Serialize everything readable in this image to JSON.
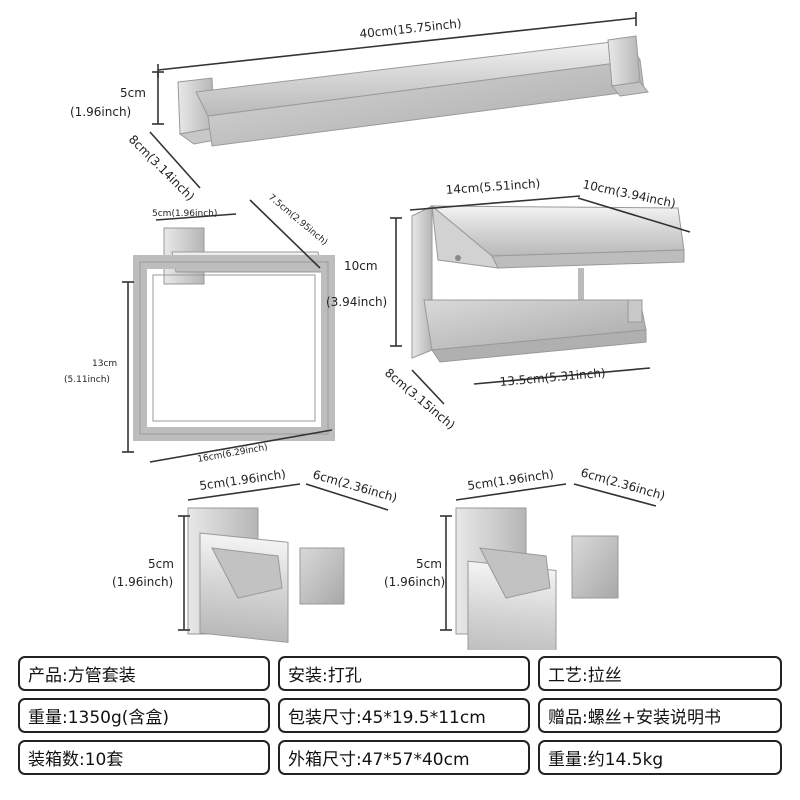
{
  "dimensions": {
    "towel_bar_length": "40cm(15.75inch)",
    "towel_bar_height_cm": "5cm",
    "towel_bar_height_in": "(1.96inch)",
    "towel_bar_depth": "8cm(3.14inch)",
    "ring_base_width": "5cm(1.96inch)",
    "ring_depth": "7.5cm(2.95inch)",
    "ring_height_cm": "13cm",
    "ring_height_in": "(5.11inch)",
    "ring_width": "16cm(6.29inch)",
    "holder_width": "14cm(5.51inch)",
    "holder_shelf_depth": "10cm(3.94inch)",
    "holder_height_cm": "10cm",
    "holder_height_in": "(3.94inch)",
    "holder_depth": "8cm(3.15inch)",
    "holder_bar_length": "13.5cm(5.31inch)",
    "hook1_width": "5cm(1.96inch)",
    "hook1_depth": "6cm(2.36inch)",
    "hook1_height_cm": "5cm",
    "hook1_height_in": "(1.96inch)",
    "hook2_width": "5cm(1.96inch)",
    "hook2_depth": "6cm(2.36inch)",
    "hook2_height_cm": "5cm",
    "hook2_height_in": "(1.96inch)"
  },
  "specs": [
    "产品:方管套装",
    "安装:打孔",
    "工艺:拉丝",
    "重量:1350g(含盒)",
    "包装尺寸:45*19.5*11cm",
    "赠品:螺丝+安装说明书",
    "装箱数:10套",
    "外箱尺寸:47*57*40cm",
    "重量:约14.5kg"
  ]
}
